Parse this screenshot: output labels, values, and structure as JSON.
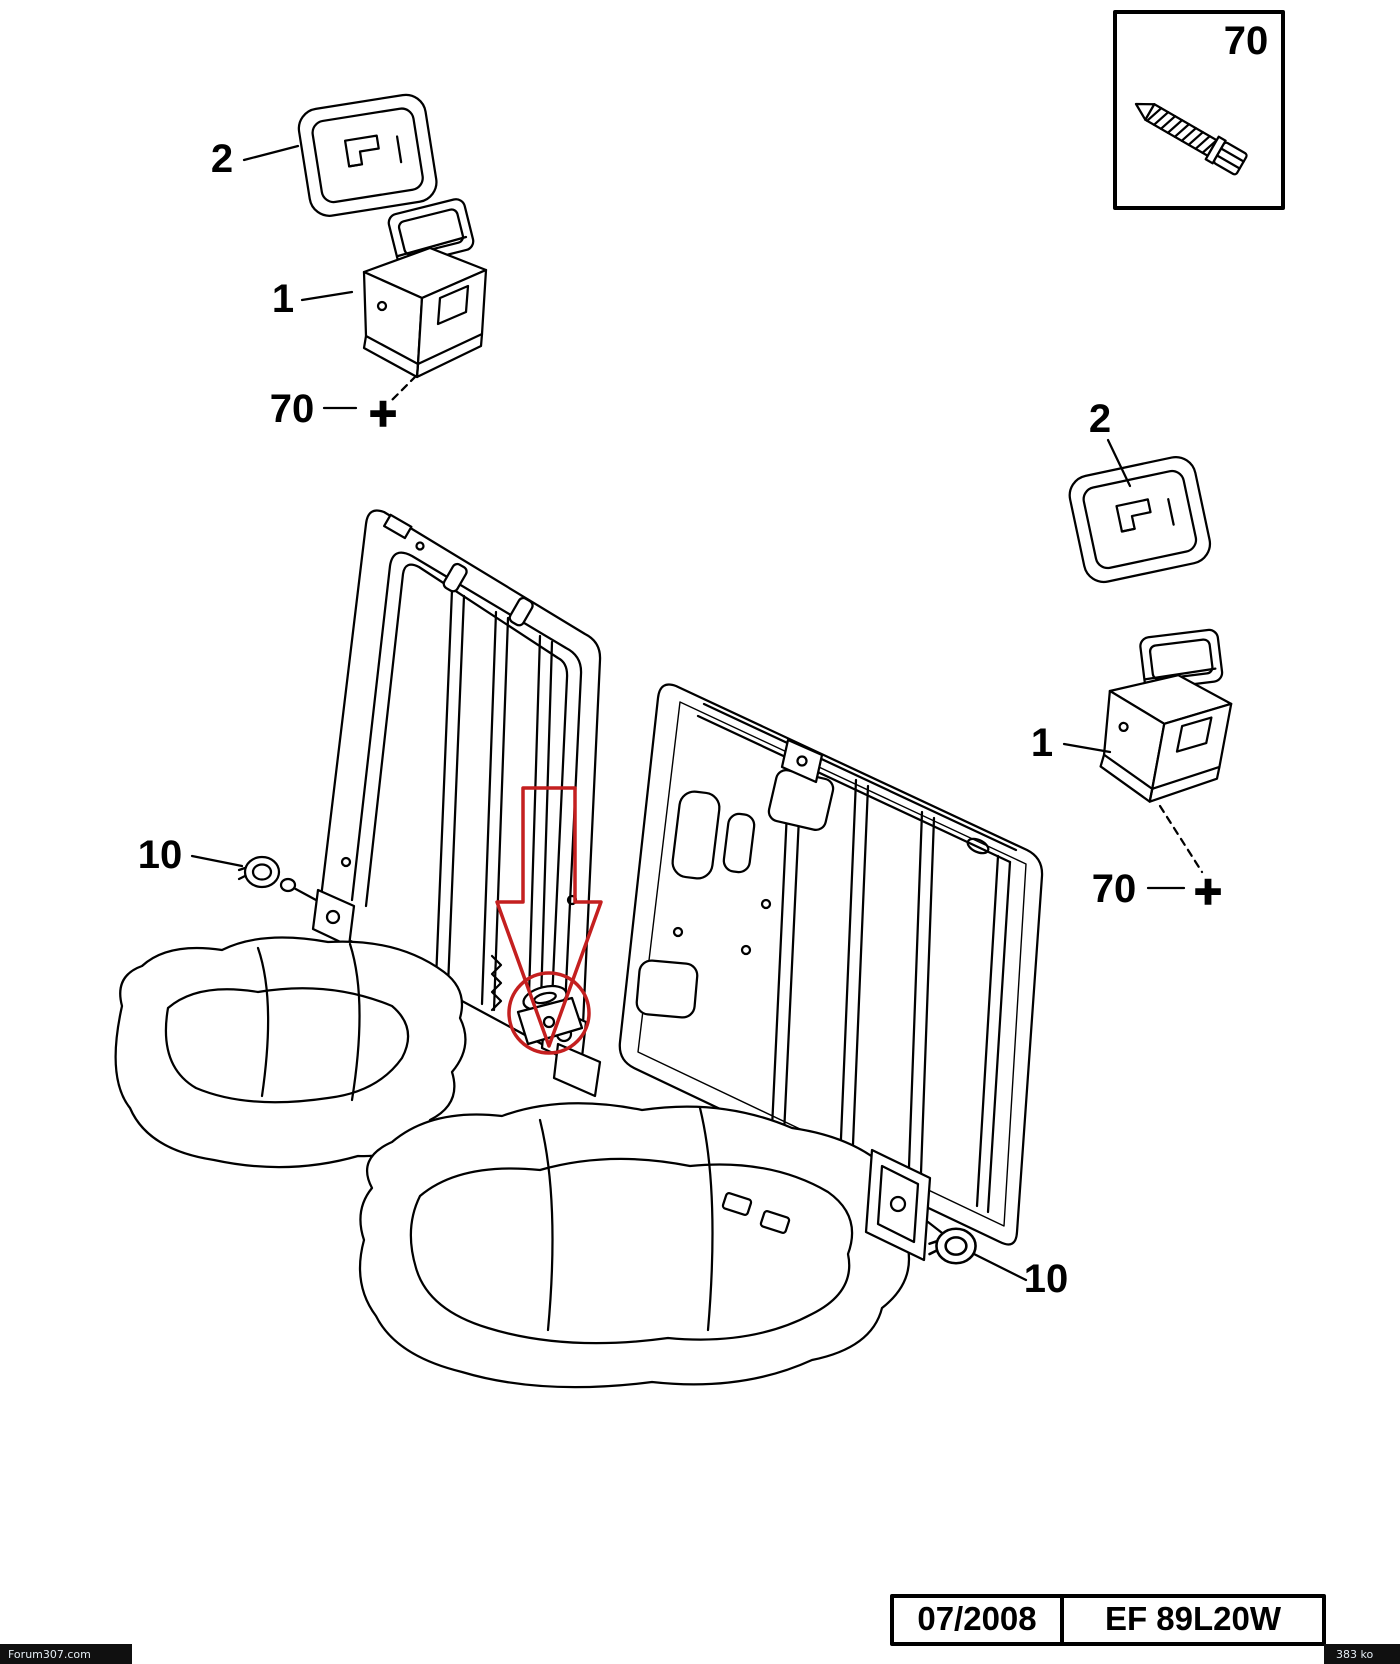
{
  "callouts": {
    "left_bezel": "2",
    "left_latch": "1",
    "left_screw": "70",
    "inset_screw": "70",
    "right_bezel": "2",
    "right_latch": "1",
    "right_screw": "70",
    "left_bushing": "10",
    "right_bushing": "10"
  },
  "plus_marker": "+",
  "footer": {
    "date": "07/2008",
    "reference": "EF 89L20W"
  },
  "watermark": "Forum307.com",
  "file_size": "383 ko",
  "colors": {
    "line": "#000000",
    "highlight": "#c41f1f",
    "background": "#ffffff"
  }
}
